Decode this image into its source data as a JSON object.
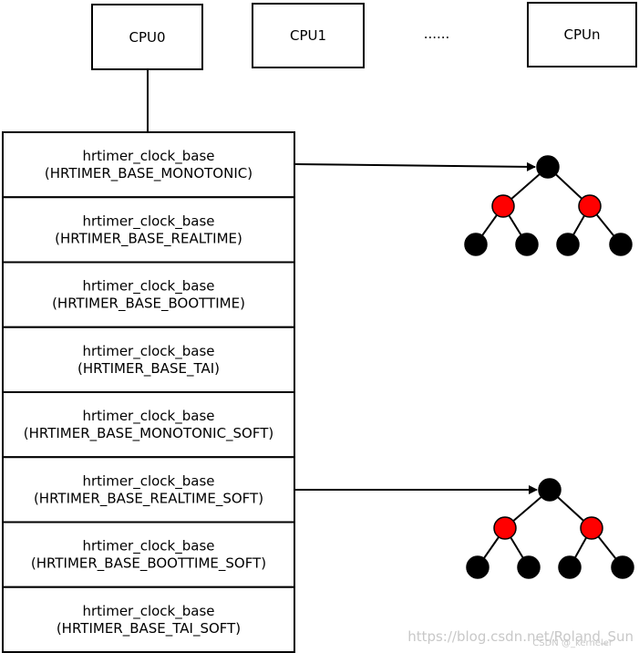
{
  "cpus": [
    "CPU0",
    "CPU1",
    "......",
    "CPUn"
  ],
  "clock_bases": [
    {
      "line1": "hrtimer_clock_base",
      "line2": "(HRTIMER_BASE_MONOTONIC)"
    },
    {
      "line1": "hrtimer_clock_base",
      "line2": "(HRTIMER_BASE_REALTIME)"
    },
    {
      "line1": "hrtimer_clock_base",
      "line2": "(HRTIMER_BASE_BOOTTIME)"
    },
    {
      "line1": "hrtimer_clock_base",
      "line2": "(HRTIMER_BASE_TAI)"
    },
    {
      "line1": "hrtimer_clock_base",
      "line2": "(HRTIMER_BASE_MONOTONIC_SOFT)"
    },
    {
      "line1": "hrtimer_clock_base",
      "line2": "(HRTIMER_BASE_REALTIME_SOFT)"
    },
    {
      "line1": "hrtimer_clock_base",
      "line2": "(HRTIMER_BASE_BOOTTIME_SOFT)"
    },
    {
      "line1": "hrtimer_clock_base",
      "line2": "(HRTIMER_BASE_TAI_SOFT)"
    }
  ],
  "colors": {
    "black_node": "#000000",
    "red_node": "#ff0000",
    "stroke": "#000000"
  },
  "watermark": {
    "url": "https://blog.csdn.net/Roland_Sun",
    "credit": "CSDN @_kerneler"
  }
}
